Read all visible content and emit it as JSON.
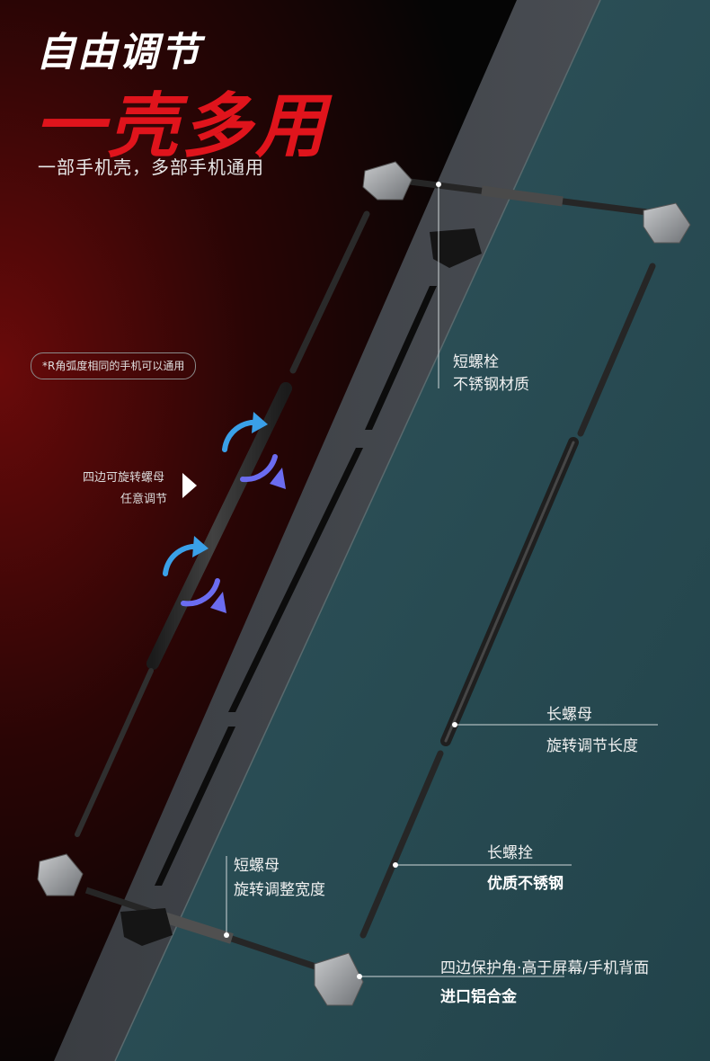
{
  "headline": {
    "title": "自由调节",
    "title_big": "一壳多用",
    "subtitle": "一部手机壳，多部手机通用"
  },
  "note": "*R角弧度相同的手机可以通用",
  "rotate": {
    "line1": "四边可旋转螺母",
    "line2": "任意调节"
  },
  "callouts": {
    "short_bolt": {
      "title": "短螺栓",
      "desc": "不锈钢材质"
    },
    "long_nut": {
      "title": "长螺母",
      "desc": "旋转调节长度"
    },
    "long_bolt": {
      "title": "长螺拴",
      "desc": "优质不锈钢"
    },
    "short_nut": {
      "title": "短螺母",
      "desc": "旋转调整宽度"
    },
    "corner": {
      "title": "四边保护角·高于屏幕/手机背面",
      "desc": "进口铝合金"
    }
  },
  "colors": {
    "accent_red": "#e0141c",
    "teal_bg": "#2a4d55",
    "dark_bg": "#050505",
    "arrow_blue": "#3aa0e8",
    "arrow_purple": "#6b6cf0"
  },
  "icons": [
    "rotate-arrow-icon",
    "play-triangle-icon"
  ]
}
